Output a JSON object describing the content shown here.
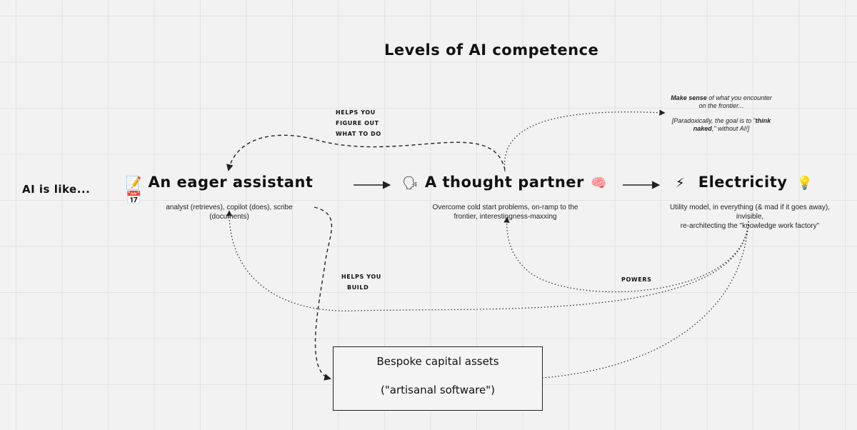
{
  "title": "Levels of AI competence",
  "lead_label": "AI is like...",
  "nodes": {
    "assistant": {
      "icon_left": "📝",
      "title": "An eager assistant",
      "icon_right": "📅",
      "description": "analyst (retrieves), copilot (does), scribe (documents)"
    },
    "partner": {
      "icon_left": "🗣",
      "title": "A thought partner",
      "icon_right": "🧠",
      "description_line1": "Overcome cold start problems, on-ramp to the",
      "description_line2": "frontier, interestingness-maxxing"
    },
    "electricity": {
      "icon_left": "⚡",
      "title": "Electricity",
      "icon_right": "💡",
      "description_line1": "Utility model, in everything (& mad if it goes away), invisible,",
      "description_line2": "re-architecting the \"knowledge work factory\""
    }
  },
  "annotations": {
    "figure_out_line1": "helps you",
    "figure_out_line2": "figure out",
    "figure_out_line3": "what to do",
    "build_line1": "helps you",
    "build_line2": "build",
    "powers": "powers",
    "sense_bold": "Make sense",
    "sense_rest": " of what you encounter",
    "sense_line2": "on the frontier...",
    "para_prefix": "[Paradoxically, the goal is to \"",
    "para_bold1": "think",
    "para_bold2": "naked",
    "para_suffix": ",\" without AI!]"
  },
  "capital_box": {
    "line1": "Bespoke capital assets",
    "line2": "(\"artisanal software\")"
  }
}
